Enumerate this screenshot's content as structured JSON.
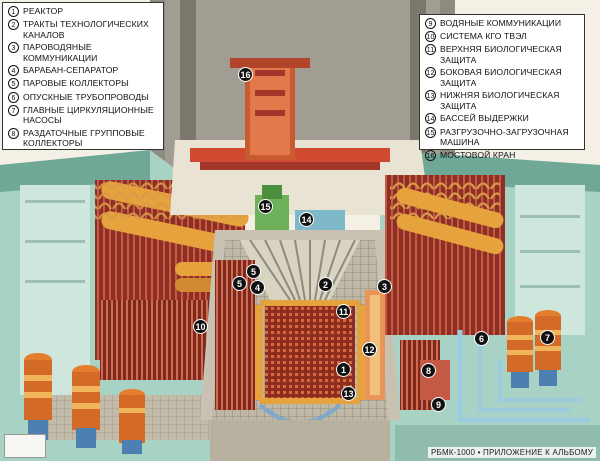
{
  "legend_left": [
    {
      "num": "1",
      "label": "РЕАКТОР"
    },
    {
      "num": "2",
      "label": "ТРАКТЫ ТЕХНОЛОГИЧЕСКИХ КАНАЛОВ"
    },
    {
      "num": "3",
      "label": "ПАРОВОДЯНЫЕ КОММУНИКАЦИИ"
    },
    {
      "num": "4",
      "label": "БАРАБАН-СЕПАРАТОР"
    },
    {
      "num": "5",
      "label": "ПАРОВЫЕ КОЛЛЕКТОРЫ"
    },
    {
      "num": "6",
      "label": "ОПУСКНЫЕ ТРУБОПРОВОДЫ"
    },
    {
      "num": "7",
      "label": "ГЛАВНЫЕ ЦИРКУЛЯЦИОННЫЕ НАСОСЫ"
    },
    {
      "num": "8",
      "label": "РАЗДАТОЧНЫЕ ГРУППОВЫЕ КОЛЛЕКТОРЫ"
    }
  ],
  "legend_right": [
    {
      "num": "9",
      "label": "ВОДЯНЫЕ КОММУНИКАЦИИ"
    },
    {
      "num": "10",
      "label": "СИСТЕМА КГО ТВЭЛ"
    },
    {
      "num": "11",
      "label": "ВЕРХНЯЯ БИОЛОГИЧЕСКАЯ ЗАЩИТА"
    },
    {
      "num": "12",
      "label": "БОКОВАЯ БИОЛОГИЧЕСКАЯ ЗАЩИТА"
    },
    {
      "num": "13",
      "label": "НИЖНЯЯ БИОЛОГИЧЕСКАЯ ЗАЩИТА"
    },
    {
      "num": "14",
      "label": "БАССЕЙ ВЫДЕРЖКИ"
    },
    {
      "num": "15",
      "label": "РАЗГРУЗОЧНО-ЗАГРУЗОЧНАЯ МАШИНА"
    },
    {
      "num": "16",
      "label": "МОСТОВОЙ КРАН"
    }
  ],
  "callouts": {
    "c1": "1",
    "c2": "2",
    "c3": "3",
    "c4": "4",
    "c5a": "5",
    "c5b": "5",
    "c6": "6",
    "c7": "7",
    "c8": "8",
    "c9": "9",
    "c10": "10",
    "c11": "11",
    "c12": "12",
    "c13": "13",
    "c14": "14",
    "c15": "15",
    "c16": "16"
  },
  "caption": "РБМК-1000 • ПРИЛОЖЕНИЕ К АЛЬБОМУ",
  "logo_text": "",
  "colors": {
    "wall": "#a8d3c4",
    "wall_dark": "#6fa897",
    "steel": "#c9c2b3",
    "pipe_red": "#a3362a",
    "pipe_orange": "#e5a23d",
    "core": "#b5452f",
    "pump_blue": "#4d7fb0",
    "pump_orange": "#e47d2c",
    "concrete": "#d9d3c2",
    "building": "#8f8a80"
  }
}
